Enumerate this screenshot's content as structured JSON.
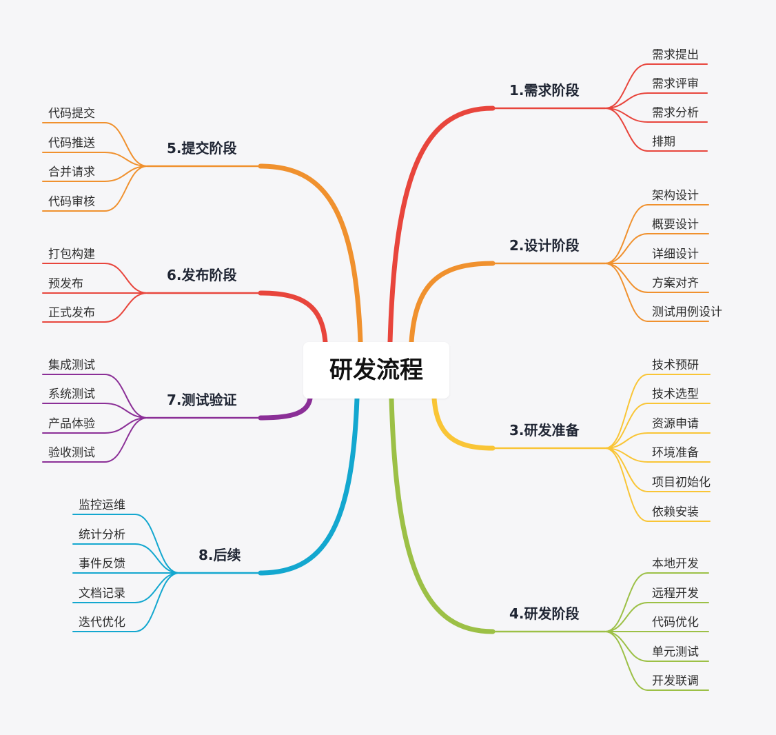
{
  "title": "研发流程",
  "branches": [
    {
      "label": "1.需求阶段",
      "color": "#e8453c",
      "leaves": [
        "需求提出",
        "需求评审",
        "需求分析",
        "排期"
      ]
    },
    {
      "label": "2.设计阶段",
      "color": "#f0912e",
      "leaves": [
        "架构设计",
        "概要设计",
        "详细设计",
        "方案对齐",
        "测试用例设计"
      ]
    },
    {
      "label": "3.研发准备",
      "color": "#f9c536",
      "leaves": [
        "技术预研",
        "技术选型",
        "资源申请",
        "环境准备",
        "项目初始化",
        "依赖安装"
      ]
    },
    {
      "label": "4.研发阶段",
      "color": "#9cc046",
      "leaves": [
        "本地开发",
        "远程开发",
        "代码优化",
        "单元测试",
        "开发联调"
      ]
    },
    {
      "label": "5.提交阶段",
      "color": "#f0912e",
      "leaves": [
        "代码提交",
        "代码推送",
        "合并请求",
        "代码审核"
      ]
    },
    {
      "label": "6.发布阶段",
      "color": "#e8453c",
      "leaves": [
        "打包构建",
        "预发布",
        "正式发布"
      ]
    },
    {
      "label": "7.测试验证",
      "color": "#8b2f97",
      "leaves": [
        "集成测试",
        "系统测试",
        "产品体验",
        "验收测试"
      ]
    },
    {
      "label": "8.后续",
      "color": "#13a7cf",
      "leaves": [
        "监控运维",
        "统计分析",
        "事件反馈",
        "文档记录",
        "迭代优化"
      ]
    }
  ]
}
